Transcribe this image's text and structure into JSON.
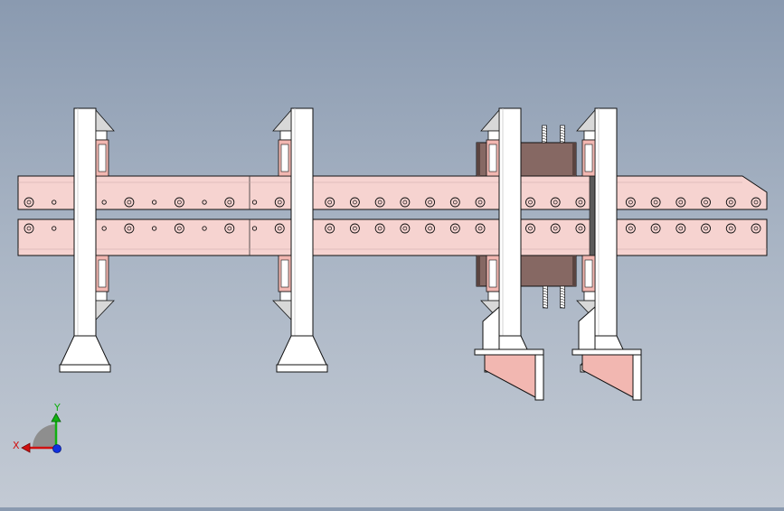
{
  "viewport": {
    "background_top": "#8a9ab0",
    "background_bottom": "#c3cad4"
  },
  "colors": {
    "rail_fill": "#f6d3d0",
    "column_fill": "#ffffff",
    "plate_fill": "#866863",
    "foot_plate_fill": "#f2b7b1",
    "outline": "#111111",
    "axis_x": "#d01010",
    "axis_y": "#10b010",
    "axis_z": "#1030e0"
  },
  "triad": {
    "x_label": "X",
    "y_label": "Y",
    "icon": "coordinate-triad-icon"
  },
  "model": {
    "upper_rail_holes": 30,
    "lower_rail_holes": 30,
    "columns": 4
  }
}
